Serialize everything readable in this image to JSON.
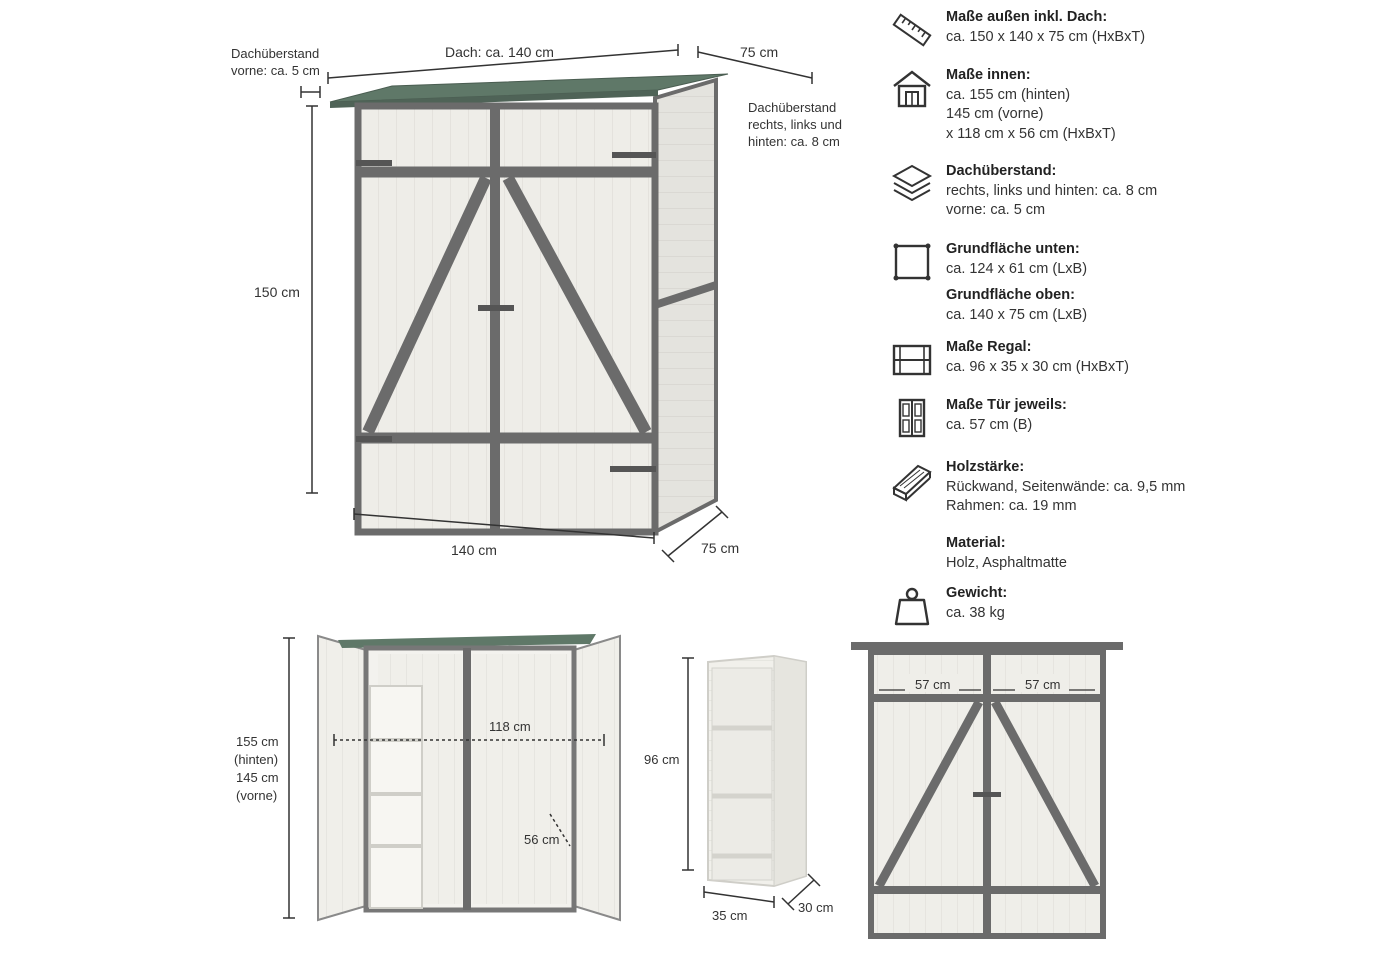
{
  "dimensions": {
    "roof_width": "Dach: ca. 140 cm",
    "roof_depth": "75 cm",
    "front_overhang_l1": "Dachüberstand",
    "front_overhang_l2": "vorne: ca. 5 cm",
    "side_overhang_l1": "Dachüberstand",
    "side_overhang_l2": "rechts, links und",
    "side_overhang_l3": "hinten: ca. 8 cm",
    "height": "150 cm",
    "base_width": "140 cm",
    "base_depth": "75 cm",
    "inner_height_l1": "155 cm",
    "inner_height_l2": "(hinten)",
    "inner_height_l3": "145 cm",
    "inner_height_l4": "(vorne)",
    "inner_width": "118 cm",
    "inner_depth": "56 cm",
    "shelf_height": "96 cm",
    "shelf_width": "35 cm",
    "shelf_depth": "30 cm",
    "door_left": "57 cm",
    "door_right": "57 cm"
  },
  "specs": [
    {
      "icon": "ruler-icon",
      "title": "Maße außen inkl. Dach:",
      "lines": [
        "ca. 150 x 140 x 75 cm (HxBxT)"
      ]
    },
    {
      "icon": "house-icon",
      "title": "Maße innen:",
      "lines": [
        "ca. 155 cm (hinten)",
        "145 cm (vorne)",
        "x 118 cm x 56 cm (HxBxT)"
      ]
    },
    {
      "icon": "layers-icon",
      "title": "Dachüberstand:",
      "lines": [
        "rechts, links und hinten: ca. 8 cm",
        "vorne: ca. 5 cm"
      ]
    },
    {
      "icon": "square-icon",
      "title": "Grundfläche unten:",
      "lines": [
        "ca. 124 x 61 cm (LxB)"
      ]
    },
    {
      "icon": "",
      "title": "Grundfläche oben:",
      "lines": [
        "ca. 140 x 75 cm (LxB)"
      ]
    },
    {
      "icon": "shelf-icon",
      "title": "Maße Regal:",
      "lines": [
        "ca. 96 x 35 x 30 cm (HxBxT)"
      ]
    },
    {
      "icon": "door-icon",
      "title": "Maße Tür jeweils:",
      "lines": [
        "ca. 57 cm (B)"
      ]
    },
    {
      "icon": "wood-icon",
      "title": "Holzstärke:",
      "lines": [
        "Rückwand, Seitenwände: ca. 9,5 mm",
        "Rahmen: ca. 19 mm"
      ]
    },
    {
      "icon": "",
      "title": "Material:",
      "lines": [
        "Holz, Asphaltmatte"
      ]
    },
    {
      "icon": "weight-icon",
      "title": "Gewicht:",
      "lines": [
        "ca. 38 kg"
      ]
    }
  ],
  "colors": {
    "frame": "#6b6b6b",
    "panel": "#ecebe6",
    "roof": "#5f7868",
    "line": "#3a3a3a"
  }
}
